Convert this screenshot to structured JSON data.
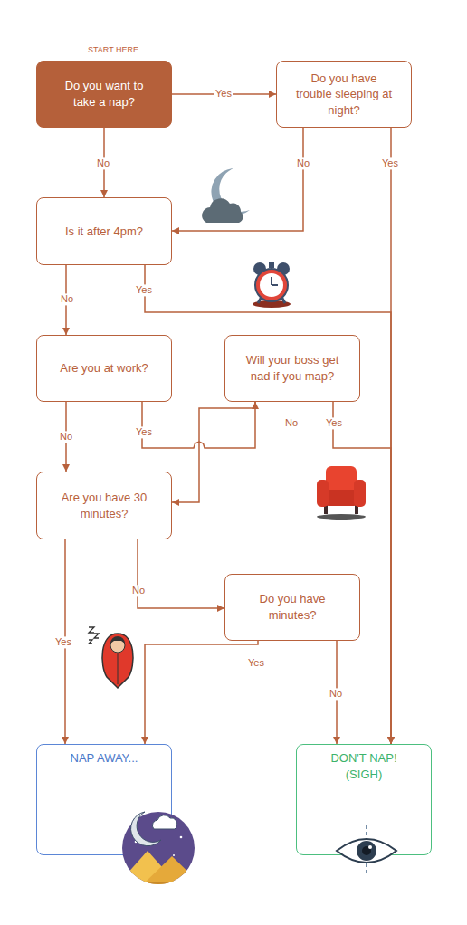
{
  "diagram": {
    "nodes": [
      {
        "text": [
          "Do you want to take a nap?"
        ]
      },
      {
        "text": [
          "Do you have trouble sleeping at night?"
        ]
      },
      {
        "text": [
          "Is it after 4pm?"
        ]
      },
      {
        "text": [
          "Are you at work?"
        ]
      },
      {
        "text": [
          "Will your boss get nad if you map?"
        ]
      },
      {
        "text": [
          "Are you have 30 minutes?"
        ]
      },
      {
        "text": [
          "Do you have minutes?"
        ]
      },
      {
        "text": [
          "NAP AWAY..."
        ]
      },
      {
        "text": [
          "DON'T NAP! (SIGH)"
        ]
      }
    ],
    "edges": [
      {
        "from": 0,
        "to": 1,
        "label": "Yes",
        "arrow": "to"
      },
      {
        "from": 0,
        "to": 2,
        "label": "No",
        "arrow": "to"
      },
      {
        "from": 1,
        "to": 2,
        "label": "No",
        "arrow": "to"
      },
      {
        "from": 1,
        "to": 8,
        "label": "Yes",
        "arrow": "to"
      },
      {
        "from": 2,
        "to": 3,
        "label": "No",
        "arrow": "to"
      },
      {
        "from": 2,
        "to": 8,
        "label": "Yes",
        "arrow": "to"
      },
      {
        "from": 3,
        "to": 5,
        "label": "No",
        "arrow": "to"
      },
      {
        "from": 3,
        "to": 4,
        "label": "Yes",
        "arrow": "to"
      },
      {
        "from": 4,
        "to": 5,
        "label": "No",
        "arrow": "to"
      },
      {
        "from": 4,
        "to": 8,
        "label": "Yes",
        "arrow": "to"
      },
      {
        "from": 5,
        "to": 7,
        "label": "Yes",
        "arrow": "to"
      },
      {
        "from": 5,
        "to": 6,
        "label": "No",
        "arrow": "to"
      },
      {
        "from": 6,
        "to": 7,
        "label": "Yes",
        "arrow": "to"
      },
      {
        "from": 6,
        "to": 8,
        "label": "No",
        "arrow": "to"
      }
    ],
    "labels": [
      "START HERE"
    ]
  }
}
